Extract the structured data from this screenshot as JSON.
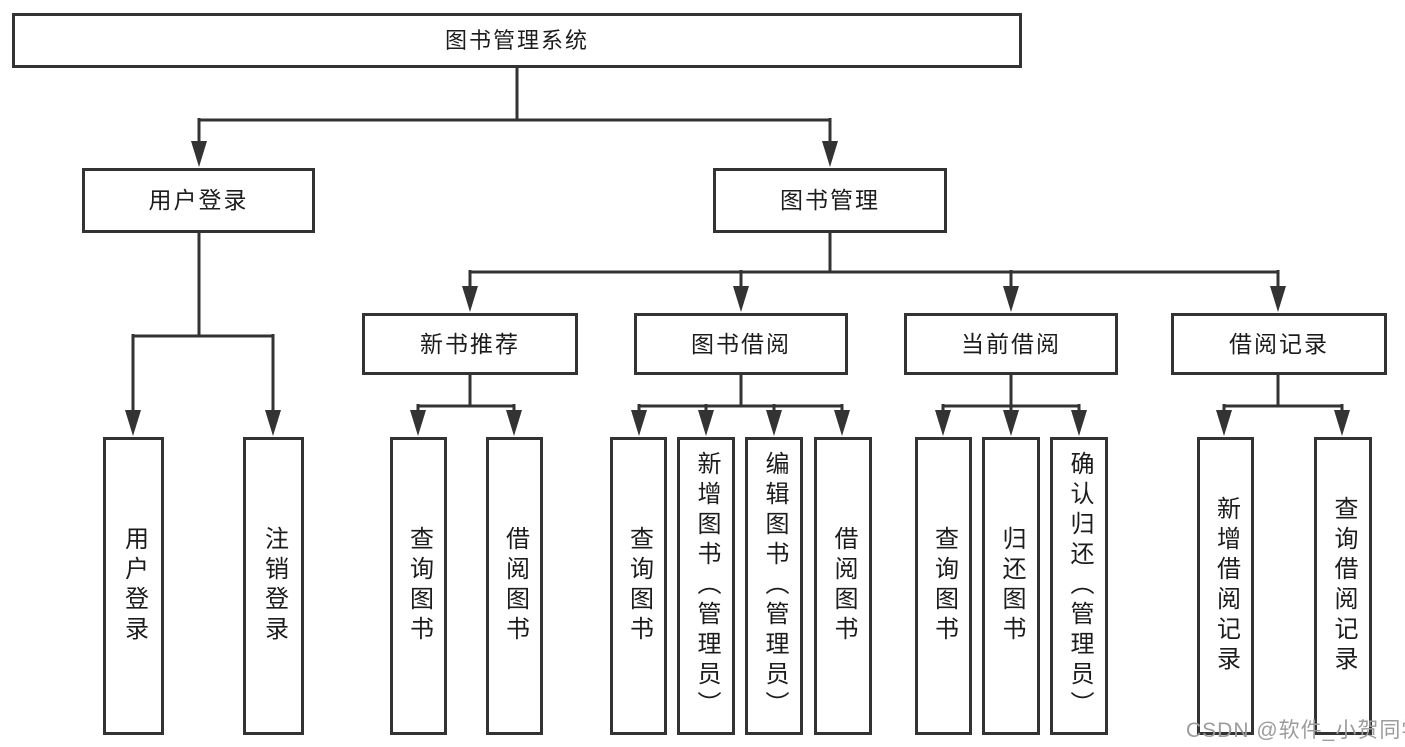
{
  "diagram": {
    "title": "图书管理系统",
    "root": {
      "label": "图书管理系统"
    },
    "level2": [
      {
        "label": "用户登录"
      },
      {
        "label": "图书管理"
      }
    ],
    "level3": [
      {
        "label": "新书推荐"
      },
      {
        "label": "图书借阅"
      },
      {
        "label": "当前借阅"
      },
      {
        "label": "借阅记录"
      }
    ],
    "leaves": [
      {
        "label": "用户登录",
        "parent": "用户登录"
      },
      {
        "label": "注销登录",
        "parent": "用户登录"
      },
      {
        "label": "查询图书",
        "parent": "新书推荐"
      },
      {
        "label": "借阅图书",
        "parent": "新书推荐"
      },
      {
        "label": "查询图书",
        "parent": "图书借阅"
      },
      {
        "label": "新增图书（管理员）",
        "parent": "图书借阅"
      },
      {
        "label": "编辑图书（管理员）",
        "parent": "图书借阅"
      },
      {
        "label": "借阅图书",
        "parent": "图书借阅"
      },
      {
        "label": "查询图书",
        "parent": "当前借阅"
      },
      {
        "label": "归还图书",
        "parent": "当前借阅"
      },
      {
        "label": "确认归还（管理员）",
        "parent": "当前借阅"
      },
      {
        "label": "新增借阅记录",
        "parent": "借阅记录"
      },
      {
        "label": "查询借阅记录",
        "parent": "借阅记录"
      }
    ]
  },
  "watermark": {
    "text": "CSDN @软件_小贺同学"
  },
  "colors": {
    "line": "#333333",
    "box_border": "#333333",
    "text": "#1c1c1c",
    "watermark": "#9c9c9c",
    "background": "#ffffff"
  }
}
